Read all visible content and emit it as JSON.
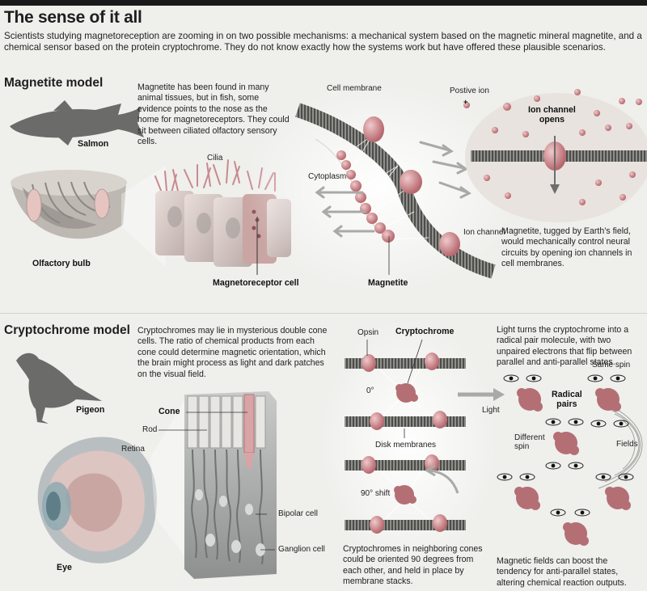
{
  "header": {
    "title": "The sense of it all",
    "subtitle": "Scientists studying magnetoreception are zooming in on two possible mechanisms: a mechanical system based on the magnetic mineral magnetite, and a chemical sensor based on the protein cryptochrome. They do not know exactly how the systems work but have offered these plausible scenarios."
  },
  "magnetite": {
    "title": "Magnetite model",
    "intro": "Magnetite has been found in many animal tissues, but in fish, some evidence points to the nose as the home for magnetoreceptors. They could sit between ciliated olfactory sensory cells.",
    "labels": {
      "salmon": "Salmon",
      "olfactory_bulb": "Olfactory bulb",
      "cilia": "Cilia",
      "magnetoreceptor_cell": "Magnetoreceptor cell",
      "cell_membrane": "Cell membrane",
      "cytoplasm": "Cytoplasm",
      "magnetite": "Magnetite",
      "ion_channel": "Ion channel",
      "positive_ion": "Postive ion",
      "plus_sign": "+",
      "channel_opens_line1": "Ion channel",
      "channel_opens_line2": "opens"
    },
    "explanation": "Magnetite, tugged by Earth’s field, would mechanically control neural circuits by opening ion channels in cell membranes."
  },
  "cryptochrome": {
    "title": "Cryptochrome model",
    "intro": "Cryptochromes may lie in mysterious double cone cells. The ratio of chemical products from each cone could determine magnetic orientation, which the brain might process as light and dark patches on the visual field.",
    "labels": {
      "pigeon": "Pigeon",
      "retina": "Retina",
      "eye": "Eye",
      "cone": "Cone",
      "rod": "Rod",
      "bipolar_cell": "Bipolar cell",
      "ganglion_cell": "Ganglion cell",
      "opsin": "Opsin",
      "cryptochrome": "Cryptochrome",
      "zero_deg": "0°",
      "disk_membranes": "Disk membranes",
      "ninety_shift": "90° shift",
      "light": "Light",
      "same_spin": "Same spin",
      "radical_pairs_line1": "Radical",
      "radical_pairs_line2": "pairs",
      "different_spin_line1": "Different",
      "different_spin_line2": "spin",
      "fields": "Fields"
    },
    "light_note": "Light turns the cryptochrome into a radical pair molecule, with two unpaired electrons that flip between parallel and anti-parallel states.",
    "orientation_note": "Cryptochromes in neighboring cones could be oriented 90 degrees from each other, and held in place by membrane stacks.",
    "field_note": "Magnetic fields can boost the tendency for anti-parallel states, altering chemical reaction outputs."
  },
  "colors": {
    "pink": "#c98a8e",
    "membrane": "#5f5f5c",
    "silhouette": "#6d6d6b",
    "arrow": "#a9aaa7",
    "tissue": "#d7cfca"
  }
}
